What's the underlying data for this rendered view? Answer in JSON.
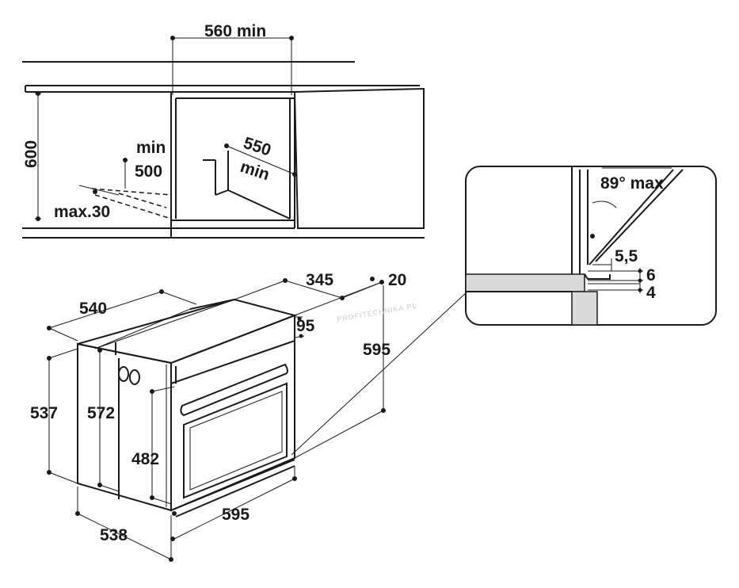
{
  "niche": {
    "width_label": "560 min",
    "height_label": "600",
    "depth_label": "550",
    "depth_qual": "min",
    "vent_label_1": "min",
    "vent_label_2": "500",
    "gap_label": "max.30"
  },
  "detail": {
    "angle_label": "89° max",
    "dim_55": "5,5",
    "dim_6": "6",
    "dim_4": "4"
  },
  "oven": {
    "depth_540": "540",
    "dim_345": "345",
    "dim_20": "20",
    "dim_95": "95",
    "height_595": "595",
    "height_537": "537",
    "height_572": "572",
    "height_482": "482",
    "width_595": "595",
    "depth_538": "538"
  },
  "watermark": "PROFITECHNIKA.PL"
}
